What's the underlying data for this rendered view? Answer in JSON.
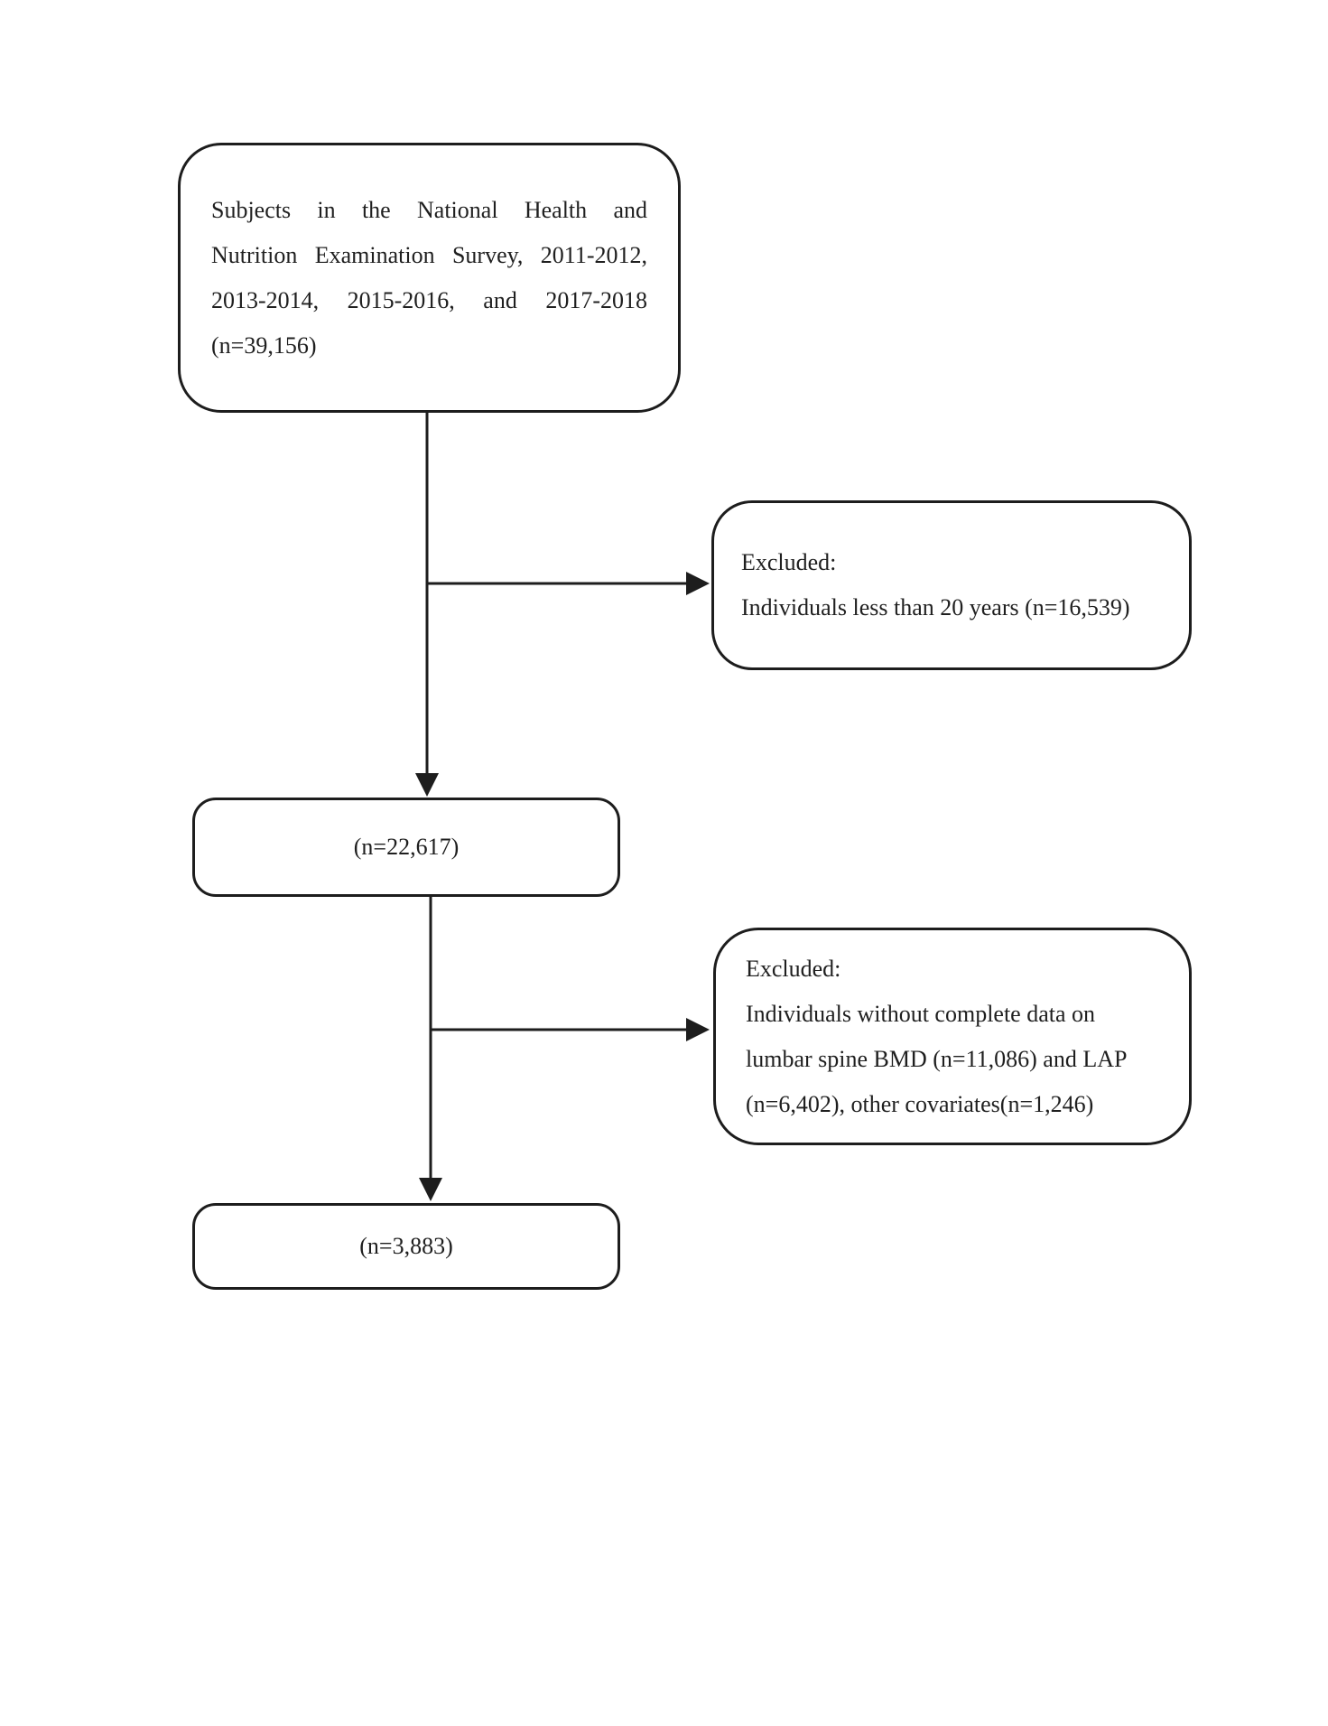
{
  "figure": {
    "background_color": "#ffffff",
    "stroke_color": "#1d1d1d",
    "text_color": "#1f1f1f",
    "nodes": {
      "initial": {
        "lines": [
          "Subjects in the National Health and",
          "Nutrition Examination Survey, 2011-2012,",
          "2013-2014, 2015-2016, and 2017-2018",
          "(n=39,156)"
        ]
      },
      "excluded_age": {
        "lines": [
          "Excluded:",
          "Individuals less than 20 years (n=16,539)"
        ]
      },
      "after_age_exclusion": {
        "label": "(n=22,617)"
      },
      "excluded_missing": {
        "lines": [
          "Excluded:",
          "Individuals without complete data on",
          "lumbar spine BMD (n=11,086) and LAP",
          "(n=6,402), other covariates(n=1,246)"
        ]
      },
      "final_sample": {
        "label": "(n=3,883)"
      }
    }
  }
}
